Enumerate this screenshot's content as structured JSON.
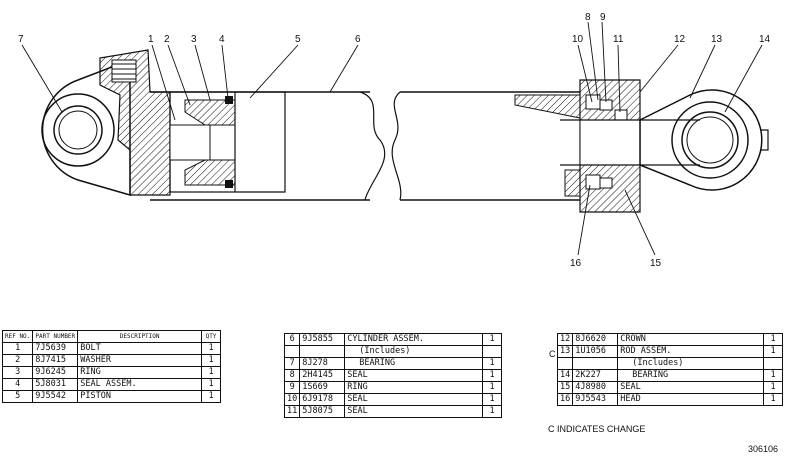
{
  "callouts": [
    "7",
    "1",
    "2",
    "3",
    "4",
    "5",
    "6",
    "8",
    "9",
    "10",
    "11",
    "12",
    "13",
    "14",
    "16",
    "15"
  ],
  "table_left": {
    "headers": {
      "ref": "REF NO.",
      "part": "PART NUMBER",
      "desc": "DESCRIPTION",
      "qty": "QTY"
    },
    "rows": [
      {
        "ref": "1",
        "part": "7J5639",
        "desc": "BOLT",
        "qty": "1"
      },
      {
        "ref": "2",
        "part": "8J7415",
        "desc": "WASHER",
        "qty": "1"
      },
      {
        "ref": "3",
        "part": "9J6245",
        "desc": "RING",
        "qty": "1"
      },
      {
        "ref": "4",
        "part": "5J8031",
        "desc": "SEAL ASSEM.",
        "qty": "1"
      },
      {
        "ref": "5",
        "part": "9J5542",
        "desc": "PISTON",
        "qty": "1"
      }
    ]
  },
  "table_mid": {
    "rows": [
      {
        "ref": "6",
        "part": "9J5855",
        "desc": "CYLINDER ASSEM.",
        "qty": "1"
      },
      {
        "ref": "",
        "part": "",
        "desc": "(Includes)",
        "qty": ""
      },
      {
        "ref": "7",
        "part": "8J278",
        "desc": "BEARING",
        "qty": "1"
      },
      {
        "ref": "8",
        "part": "2H4145",
        "desc": "SEAL",
        "qty": "1"
      },
      {
        "ref": "9",
        "part": "1S669",
        "desc": "RING",
        "qty": "1"
      },
      {
        "ref": "10",
        "part": "6J9178",
        "desc": "SEAL",
        "qty": "1"
      },
      {
        "ref": "11",
        "part": "5J8075",
        "desc": "SEAL",
        "qty": "1"
      }
    ]
  },
  "table_right": {
    "change_marker": "C",
    "rows": [
      {
        "ref": "12",
        "part": "8J6620",
        "desc": "CROWN",
        "qty": "1"
      },
      {
        "ref": "13",
        "part": "1U1056",
        "desc": "ROD ASSEM.",
        "qty": "1"
      },
      {
        "ref": "",
        "part": "",
        "desc": "(Includes)",
        "qty": ""
      },
      {
        "ref": "14",
        "part": "2K227",
        "desc": "BEARING",
        "qty": "1"
      },
      {
        "ref": "15",
        "part": "4J8980",
        "desc": "SEAL",
        "qty": "1"
      },
      {
        "ref": "16",
        "part": "9J5543",
        "desc": "HEAD",
        "qty": "1"
      }
    ]
  },
  "note": "C INDICATES CHANGE",
  "figure_number": "306106"
}
